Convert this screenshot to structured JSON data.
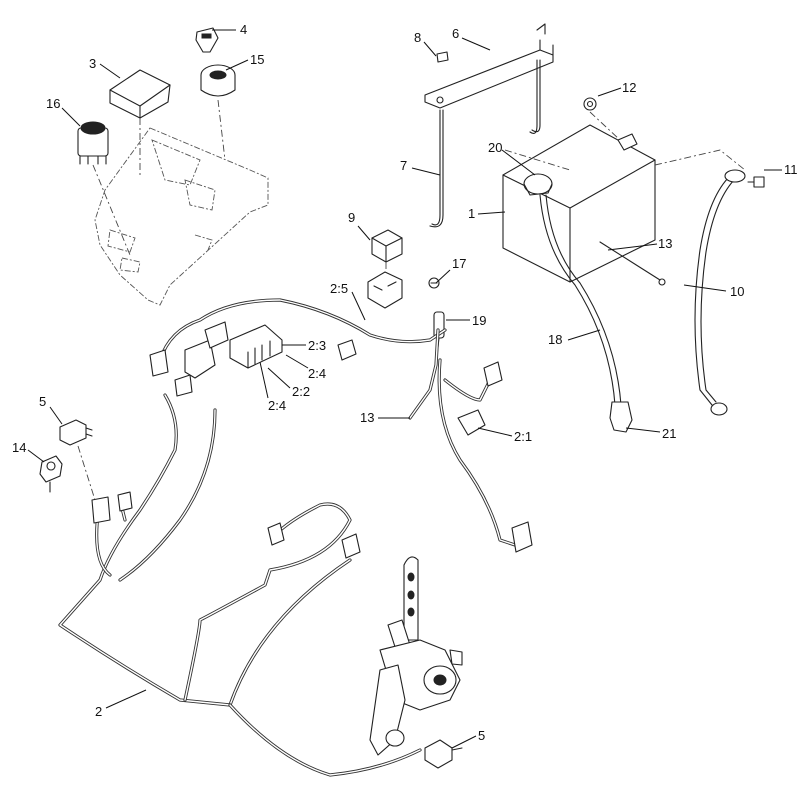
{
  "callouts": {
    "c1": "1",
    "c2": "2",
    "c2_1": "2:1",
    "c2_2": "2:2",
    "c2_3": "2:3",
    "c2_4a": "2:4",
    "c2_4b": "2:4",
    "c2_5": "2:5",
    "c3": "3",
    "c4": "4",
    "c5a": "5",
    "c5b": "5",
    "c6": "6",
    "c7": "7",
    "c8": "8",
    "c9": "9",
    "c10": "10",
    "c11": "11",
    "c12": "12",
    "c13a": "13",
    "c13b": "13",
    "c14": "14",
    "c15": "15",
    "c16": "16",
    "c17": "17",
    "c18": "18",
    "c19": "19",
    "c20": "20",
    "c21": "21"
  }
}
